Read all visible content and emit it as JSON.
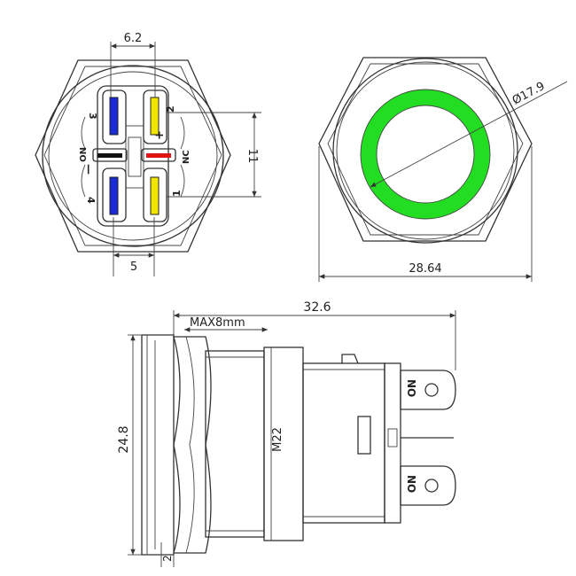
{
  "drawing": {
    "rear_view": {
      "dim_terminal_spacing_top": "6.2",
      "dim_terminal_spacing_bottom": "5",
      "dim_height_right": "11",
      "pin_labels": {
        "p3": "3",
        "p2": "2",
        "p4": "4",
        "p1": "1",
        "no": "NO",
        "nc": "NC",
        "plus": "+",
        "minus": "—"
      },
      "colors": {
        "blue_terminal": "#1a2bd6",
        "yellow_terminal": "#f2e600",
        "led_plus": "#e01414",
        "led_minus": "#111111"
      }
    },
    "front_view": {
      "dim_ring_diameter": "Ø17.9",
      "dim_width": "28.64",
      "ring_color": "#22dd22"
    },
    "side_view": {
      "dim_total_length": "32.6",
      "dim_max_panel": "MAX8mm",
      "dim_height": "24.8",
      "dim_thread": "M22",
      "dim_flange": "2",
      "terminal_label_top": "NO",
      "terminal_label_bottom": "NO"
    }
  }
}
